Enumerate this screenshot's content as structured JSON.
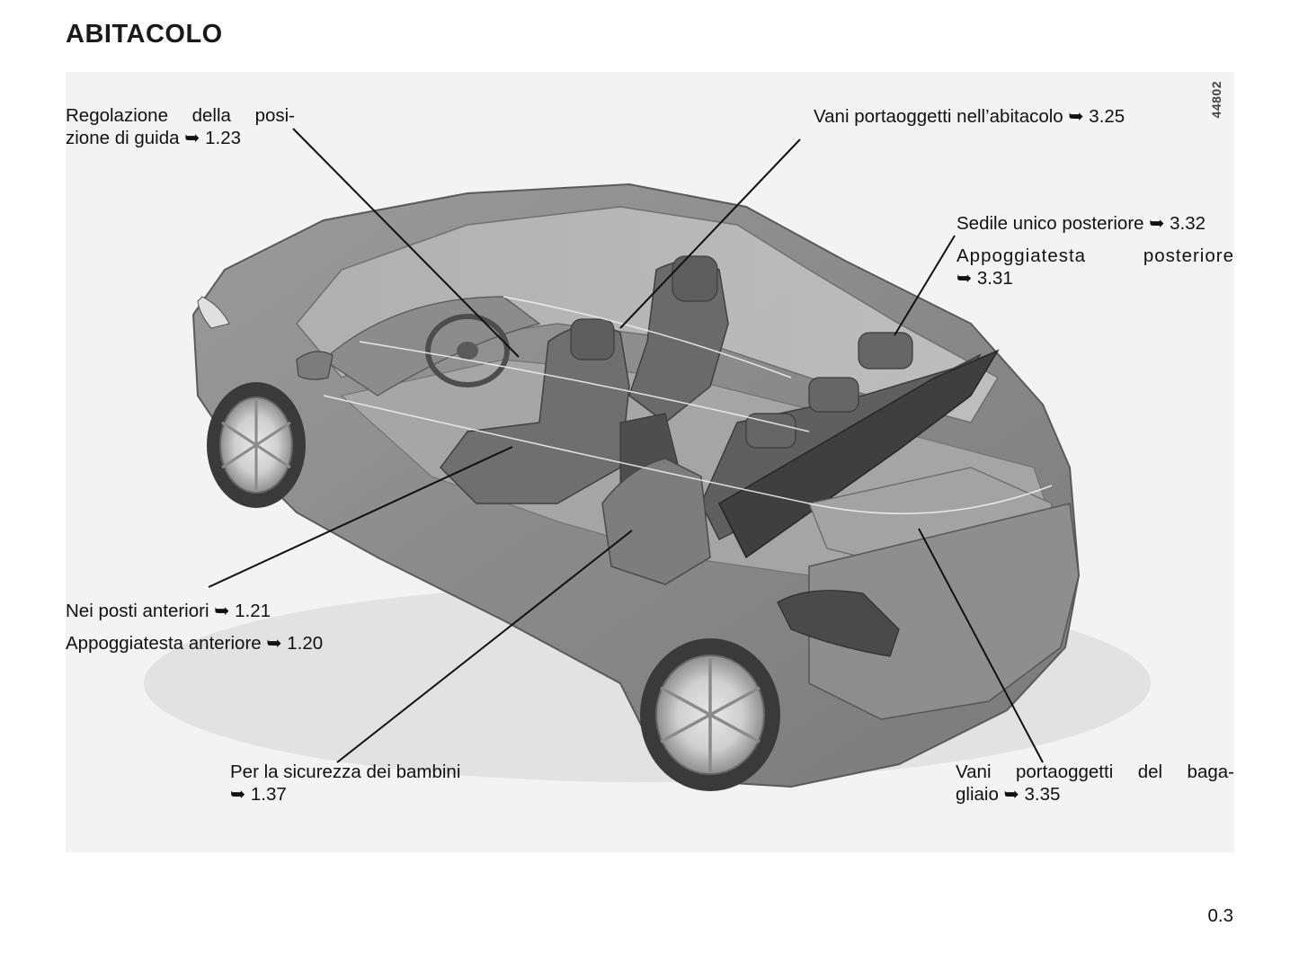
{
  "page": {
    "title": "ABITACOLO",
    "figure_code": "44802",
    "page_number": "0.3"
  },
  "arrow_glyph": "➥",
  "labels": {
    "driving_position": {
      "line1": "Regolazione della posi-",
      "line2": "zione di guida",
      "ref": "1.23"
    },
    "storage_cabin": {
      "text": "Vani portaoggetti nell’abitacolo",
      "ref": "3.25"
    },
    "rear_bench": {
      "text": "Sedile unico posteriore",
      "ref": "3.32"
    },
    "rear_headrest": {
      "line1": "Appoggiatesta posteriore",
      "ref": "3.31"
    },
    "front_seats": {
      "text": "Nei posti anteriori",
      "ref": "1.21"
    },
    "front_headrest": {
      "text": "Appoggiatesta anteriore",
      "ref": "1.20"
    },
    "child_safety": {
      "line1": "Per la sicurezza dei bambini",
      "ref": "1.37"
    },
    "boot_storage": {
      "line1": "Vani portaoggetti del baga-",
      "line2": "gliaio",
      "ref": "3.35"
    }
  }
}
